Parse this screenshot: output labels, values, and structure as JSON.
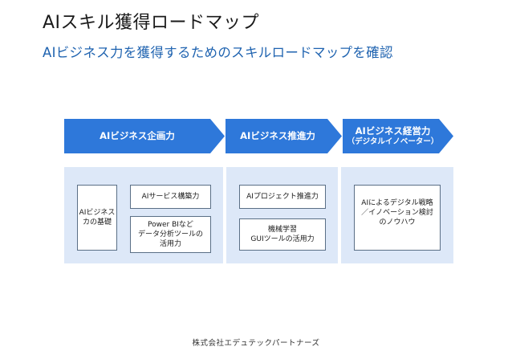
{
  "title": "AIスキル獲得ロードマップ",
  "subtitle": "AIビジネス力を獲得するためのスキルロードマップを確認",
  "colors": {
    "chevron": "#2e78da",
    "column_bg": "#dde8f8",
    "arrow": "#1d2d5a",
    "subtitle": "#1f63b0"
  },
  "stages": [
    {
      "label": "AIビジネス企画力",
      "sublabel": ""
    },
    {
      "label": "AIビジネス推進力",
      "sublabel": ""
    },
    {
      "label": "AIビジネス経営力",
      "sublabel": "（デジタルイノベーター）"
    }
  ],
  "stage1": {
    "foundation": "AIビジネス\nカの基礎",
    "items": [
      "AIサービス構築力",
      "Power BIなど\nデータ分析ツールの\n活用力"
    ]
  },
  "stage2": {
    "items": [
      "AIプロジェクト推進力",
      "機械学習\nGUIツールの活用力"
    ]
  },
  "stage3": {
    "items": [
      "AIによるデジタル戦略\n／イノベーション検討\nのノウハウ"
    ]
  },
  "footer": "株式会社エデュテックパートナーズ"
}
